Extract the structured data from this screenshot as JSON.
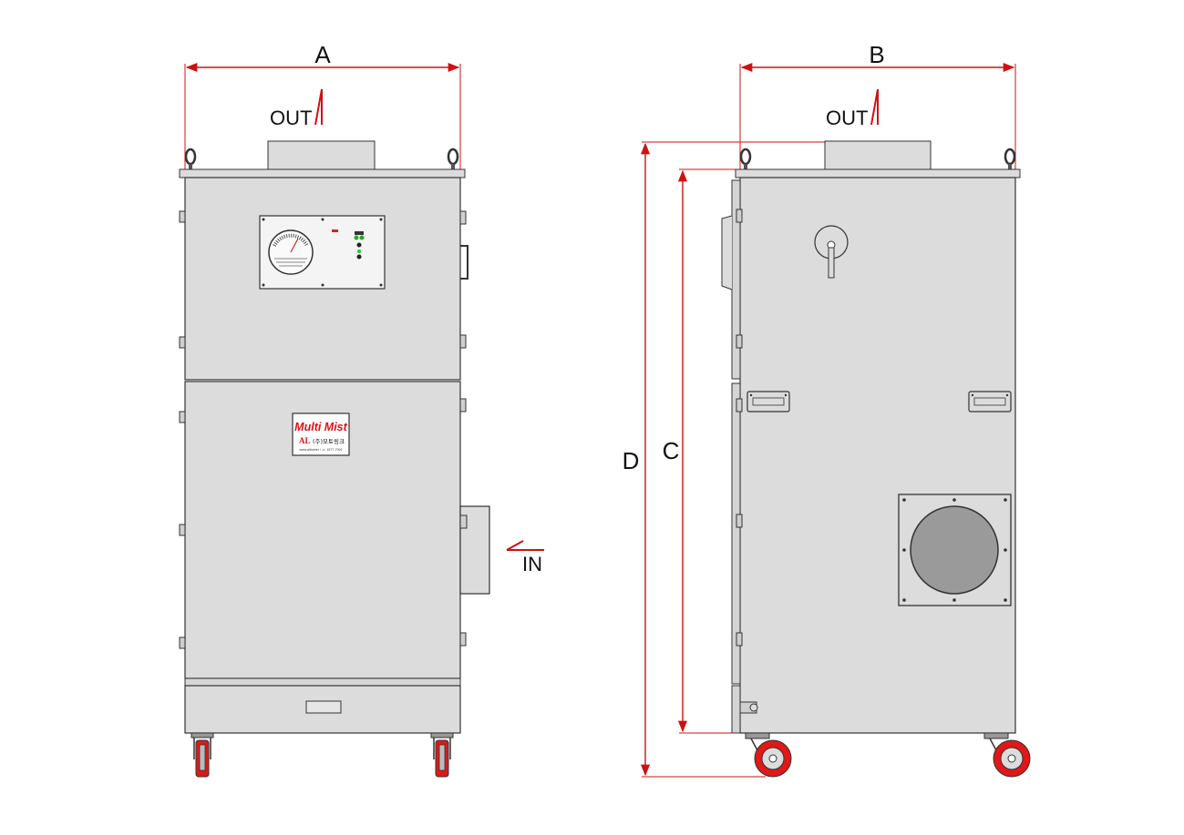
{
  "dimensions": {
    "width_label": "A",
    "depth_label": "B",
    "body_height_label": "C",
    "total_height_label": "D"
  },
  "airflow": {
    "outlet_label": "OUT",
    "inlet_label": "IN"
  },
  "nameplate": {
    "brand": "Multi Mist",
    "maker_mark": "AL",
    "maker_name": "(주)모토링크",
    "contact_line": "www.altmeter  /  ☏ 1577-7001"
  },
  "colors": {
    "dimension_line": "#d01010",
    "cabinet_fill": "#dcdcdc",
    "outline": "#333333",
    "wheel": "#e01818",
    "fan_disc": "#9a9a9a"
  }
}
